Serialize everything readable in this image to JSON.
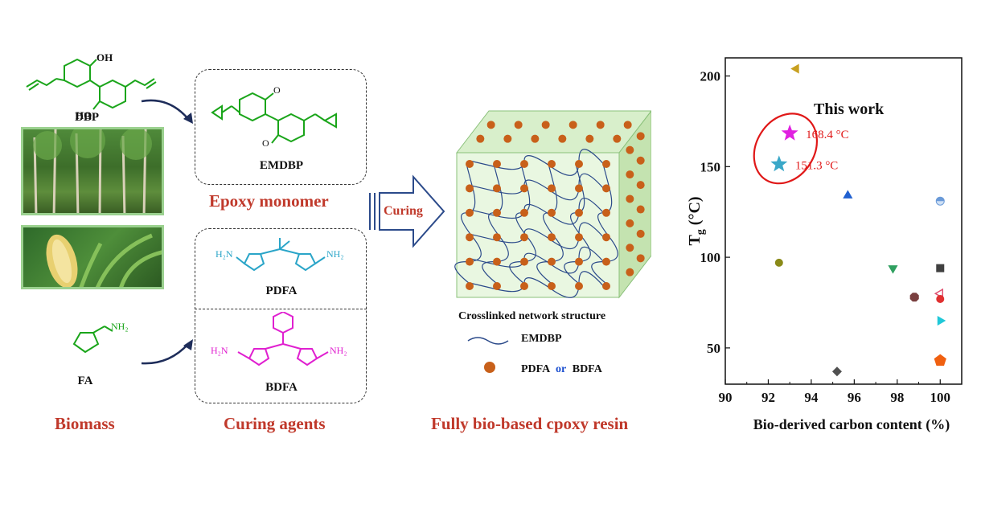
{
  "biomass": {
    "dbp_label": "DBP",
    "fa_label": "FA",
    "section_label": "Biomass",
    "oh_label": "OH",
    "ho_label": "HO",
    "nh2_label": "NH₂"
  },
  "monomer": {
    "name": "EMDBP",
    "section_label": "Epoxy monomer",
    "ome_label": "O"
  },
  "curing": {
    "arrow_label": "Curing",
    "agent1": "PDFA",
    "agent2": "BDFA",
    "section_label": "Curing agents",
    "nh2": "NH₂",
    "h2n": "H₂N"
  },
  "network": {
    "caption": "Crosslinked network structure",
    "legend_line": "EMDBP",
    "legend_dot_a": "PDFA",
    "legend_dot_or": "or",
    "legend_dot_b": "BDFA",
    "section_label": "Fully bio-based cpoxy resin",
    "line_color": "#2b4a8a",
    "dot_color": "#c8601a"
  },
  "chart_data": {
    "type": "scatter",
    "xlabel": "Bio-derived carbon content (%)",
    "ylabel": "Tg (°C)",
    "ylabel_main": "T",
    "ylabel_sub": "g",
    "ylabel_unit": "(°C)",
    "xlim": [
      90,
      101
    ],
    "ylim": [
      30,
      210
    ],
    "xticks": [
      90,
      92,
      94,
      96,
      98,
      100
    ],
    "yticks": [
      50,
      100,
      150,
      200
    ],
    "annotation_title": "This work",
    "annotations": [
      "168.4 °C",
      "151.3 °C"
    ],
    "points": [
      {
        "x": 93.0,
        "y": 168.4,
        "marker": "star",
        "color": "#e020e0",
        "label": "168.4 °C"
      },
      {
        "x": 92.5,
        "y": 151.3,
        "marker": "star",
        "color": "#3aa8c8",
        "label": "151.3 °C"
      },
      {
        "x": 93.3,
        "y": 204,
        "marker": "triangle-left",
        "color": "#c8a020"
      },
      {
        "x": 95.7,
        "y": 134,
        "marker": "triangle-up",
        "color": "#2060d0"
      },
      {
        "x": 100,
        "y": 131,
        "marker": "circle-half",
        "color": "#6a9ad8"
      },
      {
        "x": 92.5,
        "y": 97,
        "marker": "circle",
        "color": "#8a8a18"
      },
      {
        "x": 97.8,
        "y": 94,
        "marker": "triangle-down",
        "color": "#30a060"
      },
      {
        "x": 100,
        "y": 94,
        "marker": "square",
        "color": "#404040"
      },
      {
        "x": 98.8,
        "y": 78,
        "marker": "octagon",
        "color": "#7a4040"
      },
      {
        "x": 100,
        "y": 80,
        "marker": "triangle-left-open",
        "color": "#e05070"
      },
      {
        "x": 100,
        "y": 77,
        "marker": "circle",
        "color": "#e03030"
      },
      {
        "x": 100,
        "y": 65,
        "marker": "triangle-right",
        "color": "#20c8d8"
      },
      {
        "x": 95.2,
        "y": 37,
        "marker": "diamond",
        "color": "#505050"
      },
      {
        "x": 100,
        "y": 43,
        "marker": "pentagon",
        "color": "#f06010"
      }
    ]
  }
}
